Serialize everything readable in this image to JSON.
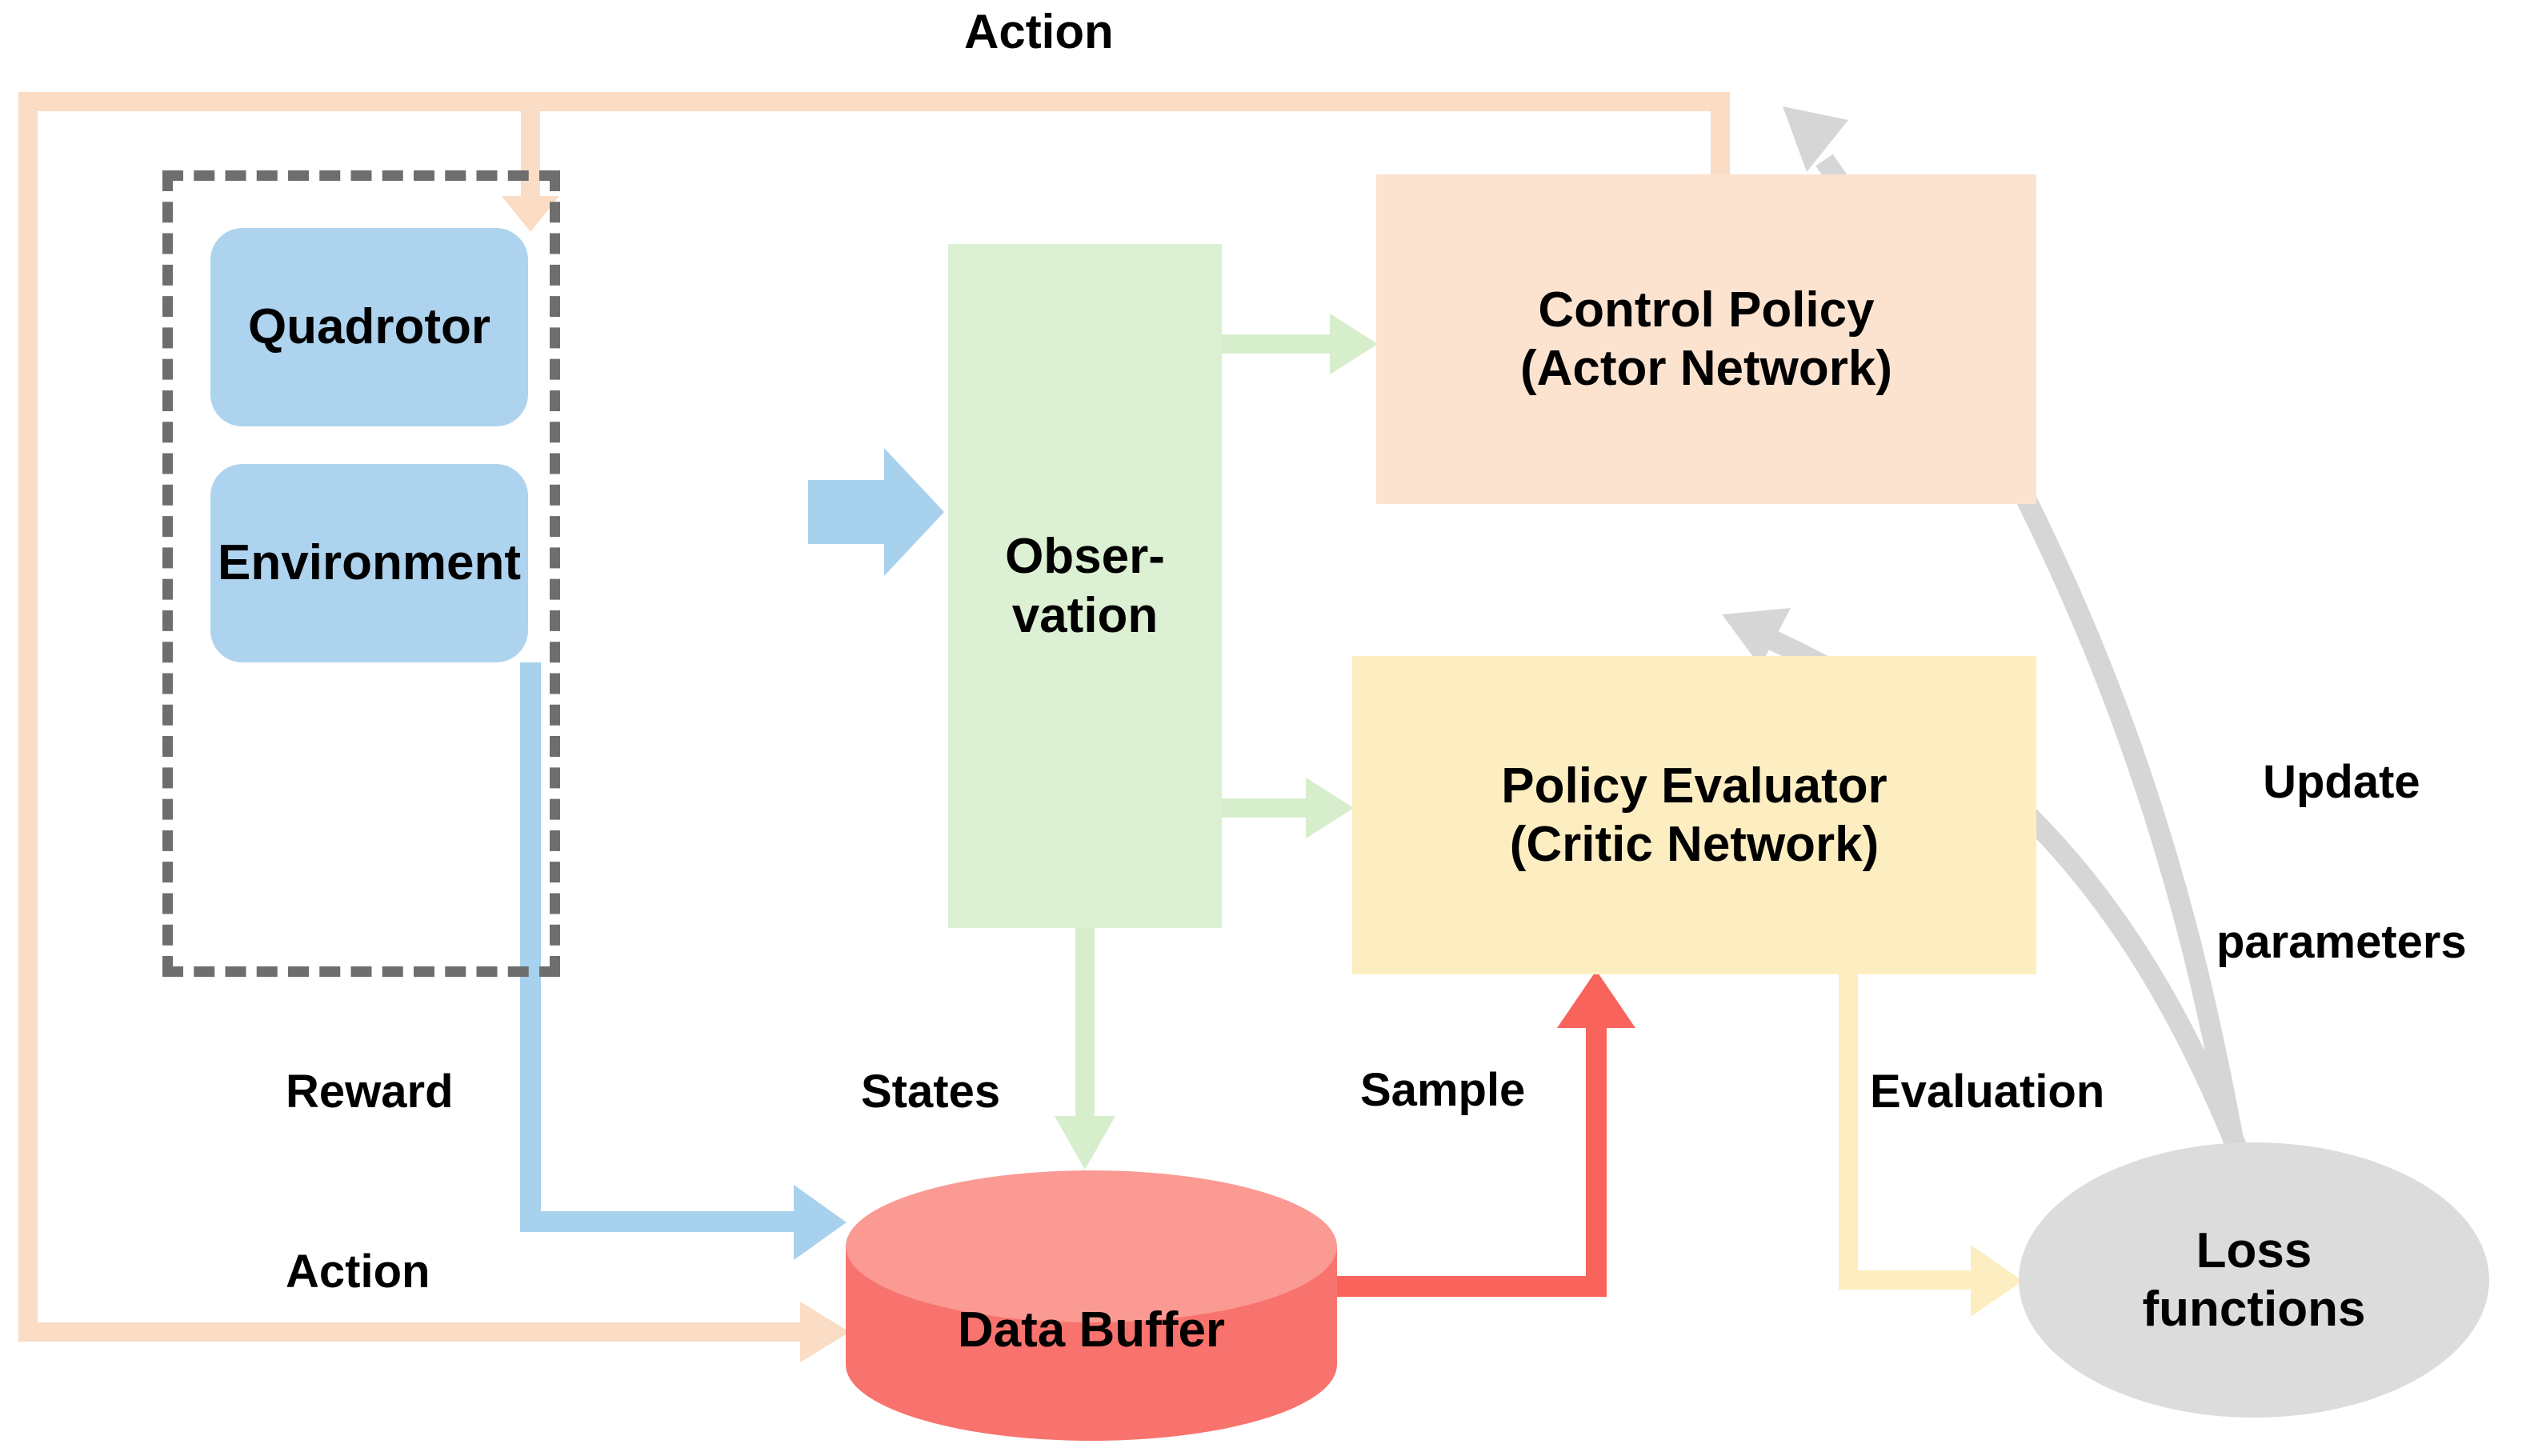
{
  "diagram": {
    "title_implicit": "Reinforcement learning actor-critic control loop for a quadrotor",
    "nodes": {
      "quadrotor": "Quadrotor",
      "environment": "Environment",
      "observation": "Obser-\nvation",
      "observation_line1": "Obser-",
      "observation_line2": "vation",
      "control_policy_line1": "Control Policy",
      "control_policy_line2": "(Actor Network)",
      "policy_evaluator_line1": "Policy Evaluator",
      "policy_evaluator_line2": "(Critic Network)",
      "data_buffer": "Data Buffer",
      "loss_functions_line1": "Loss",
      "loss_functions_line2": "functions"
    },
    "edge_labels": {
      "action_top": "Action",
      "action_bottom": "Action",
      "reward": "Reward",
      "states": "States",
      "sample": "Sample",
      "evaluation": "Evaluation",
      "update_parameters_line1": "Update",
      "update_parameters_line2": "parameters"
    },
    "colors": {
      "blue_node": "#aed3ee",
      "green_node": "#dcf0d4",
      "peach_node": "#fce3d0",
      "yellow_node": "#fdeec2",
      "red_cylinder_body": "#f8736d",
      "red_cylinder_top": "#fa9a93",
      "gray_ellipse": "#dcdcdc",
      "dashed_border": "#6e6e6e",
      "peach_arrow": "#fbdcc4",
      "blue_arrow": "#a8d1ed",
      "green_arrow": "#d6eecb",
      "red_arrow": "#f8635c",
      "yellow_arrow": "#fceec1",
      "gray_arrow": "#d6d6d6",
      "text": "#000000",
      "background": "#ffffff"
    }
  }
}
